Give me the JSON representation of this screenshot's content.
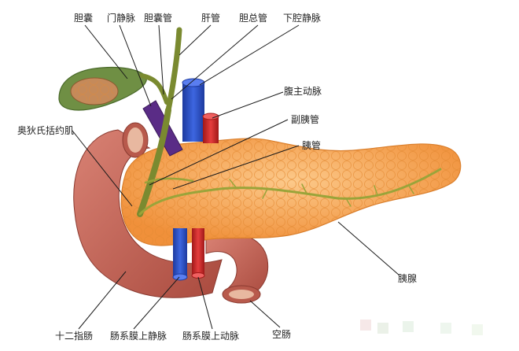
{
  "labels": {
    "gallbladder": "胆囊",
    "portal_vein": "门静脉",
    "cystic_duct": "胆囊管",
    "hepatic_duct": "肝管",
    "common_bile_duct": "胆总管",
    "inferior_vena_cava": "下腔静脉",
    "abdominal_aorta": "腹主动脉",
    "accessory_pancreatic_duct": "副胰管",
    "sphincter_of_oddi": "奥狄氏括约肌",
    "pancreatic_duct": "胰管",
    "pancreas": "胰腺",
    "duodenum": "十二指肠",
    "superior_mesenteric_vein": "肠系膜上静脉",
    "superior_mesenteric_artery": "肠系膜上动脉",
    "jejunum": "空肠"
  },
  "colors": {
    "pancreas": "#f6a24a",
    "pancreas_light": "#fbc47f",
    "duodenum": "#c9685a",
    "gallbladder": "#7a9a4c",
    "vein": "#2a4fc4",
    "artery": "#d12a2a",
    "portal": "#5a2c86",
    "duct": "#8c9a3a"
  }
}
